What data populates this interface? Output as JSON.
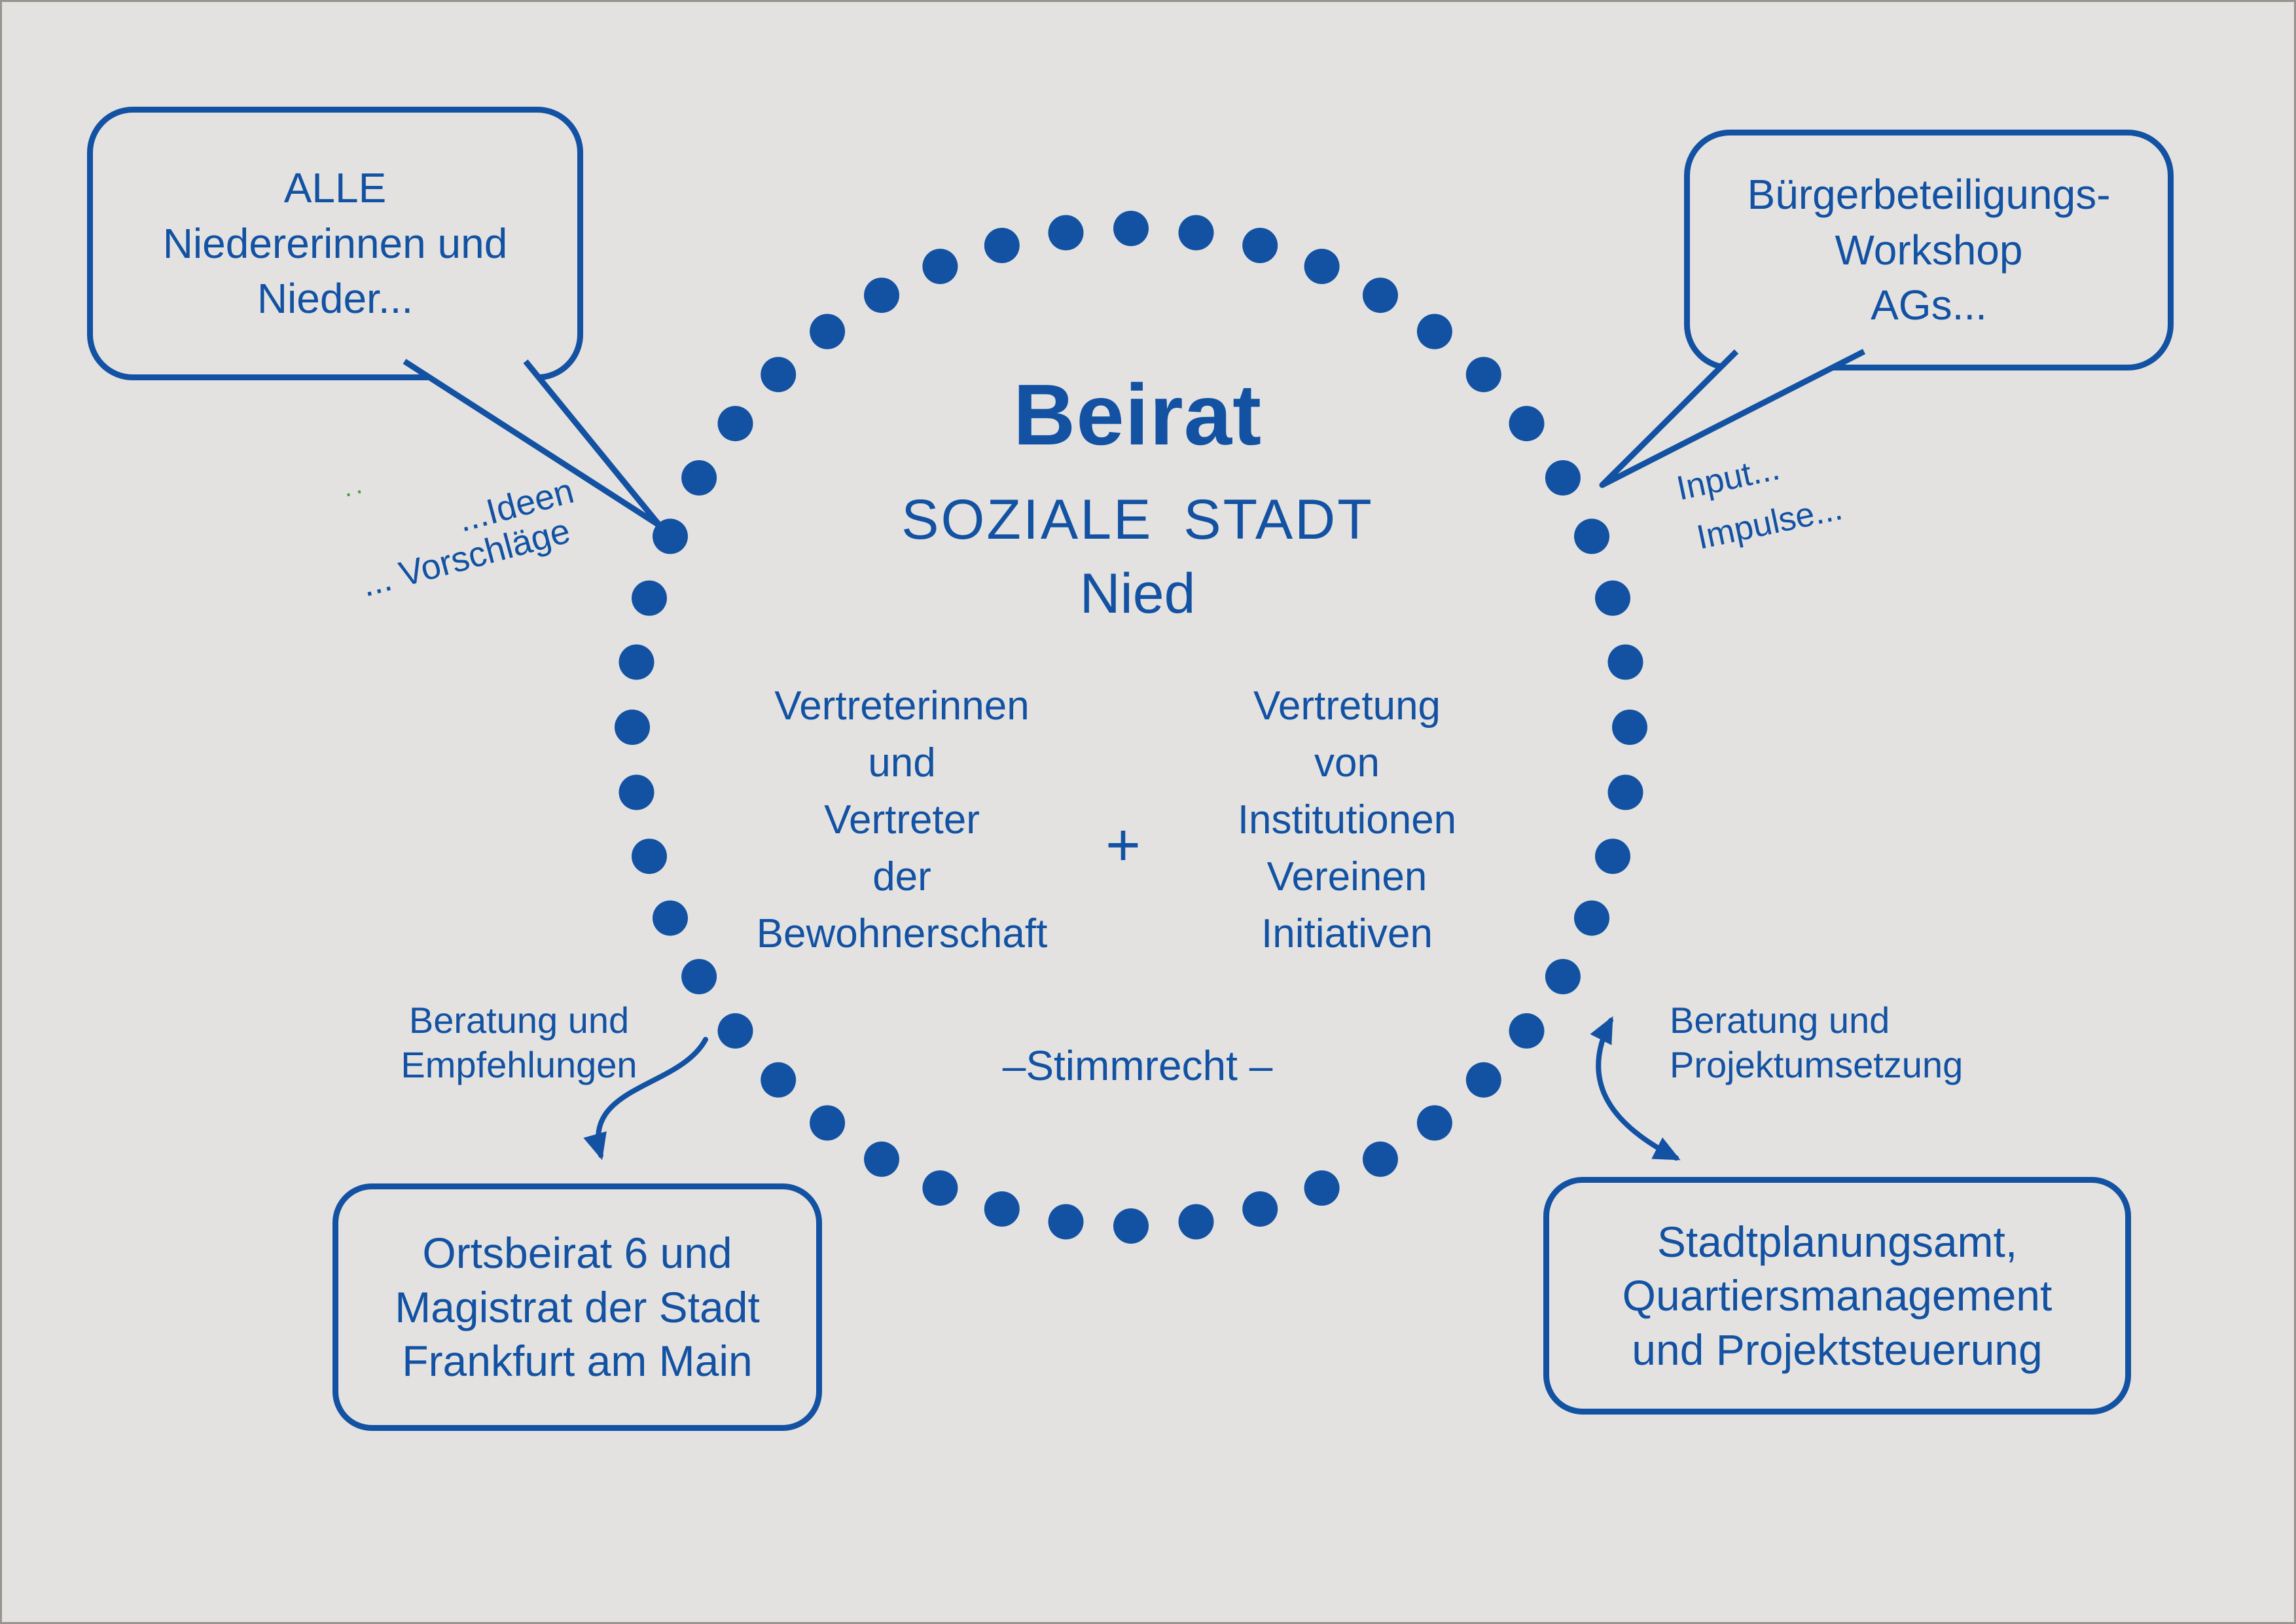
{
  "colors": {
    "accent_blue": "#1352a3",
    "background": "#e3e2e0",
    "green_mark": "#3aa43c",
    "page_border": "#97948e"
  },
  "center": {
    "title": "Beirat",
    "subtitle_line1": "SOZIALE STADT",
    "subtitle_line2": "Nied",
    "left_column": [
      "Vertreterinnen",
      "und",
      "Vertreter",
      "der",
      "Bewohnerschaft"
    ],
    "plus": "+",
    "right_column": [
      "Vertretung",
      "von",
      "Institutionen",
      "Vereinen",
      "Initiativen"
    ],
    "voting_note": "–Stimmrecht –"
  },
  "bubbles": {
    "top_left": {
      "lines": [
        "ALLE",
        "Niedererinnen und",
        "Nieder..."
      ]
    },
    "top_right": {
      "lines": [
        "Bürgerbeteiligungs-",
        "Workshop",
        "AGs..."
      ]
    }
  },
  "boxes": {
    "bottom_left": {
      "lines": [
        "Ortsbeirat 6 und",
        "Magistrat der Stadt",
        "Frankfurt am Main"
      ]
    },
    "bottom_right": {
      "lines": [
        "Stadtplanungsamt,",
        "Quartiersmanagement",
        "und Projektsteuerung"
      ]
    }
  },
  "labels": {
    "ideen": "...Ideen",
    "vorschlaege": "... Vorschläge",
    "green_mark": "··",
    "input": "Input...",
    "impulse": "Impulse...",
    "beratung_empfehlungen_line1": "Beratung und",
    "beratung_empfehlungen_line2": "Empfehlungen",
    "beratung_projekt_line1": "Beratung und",
    "beratung_projekt_line2": "Projektumsetzung"
  }
}
